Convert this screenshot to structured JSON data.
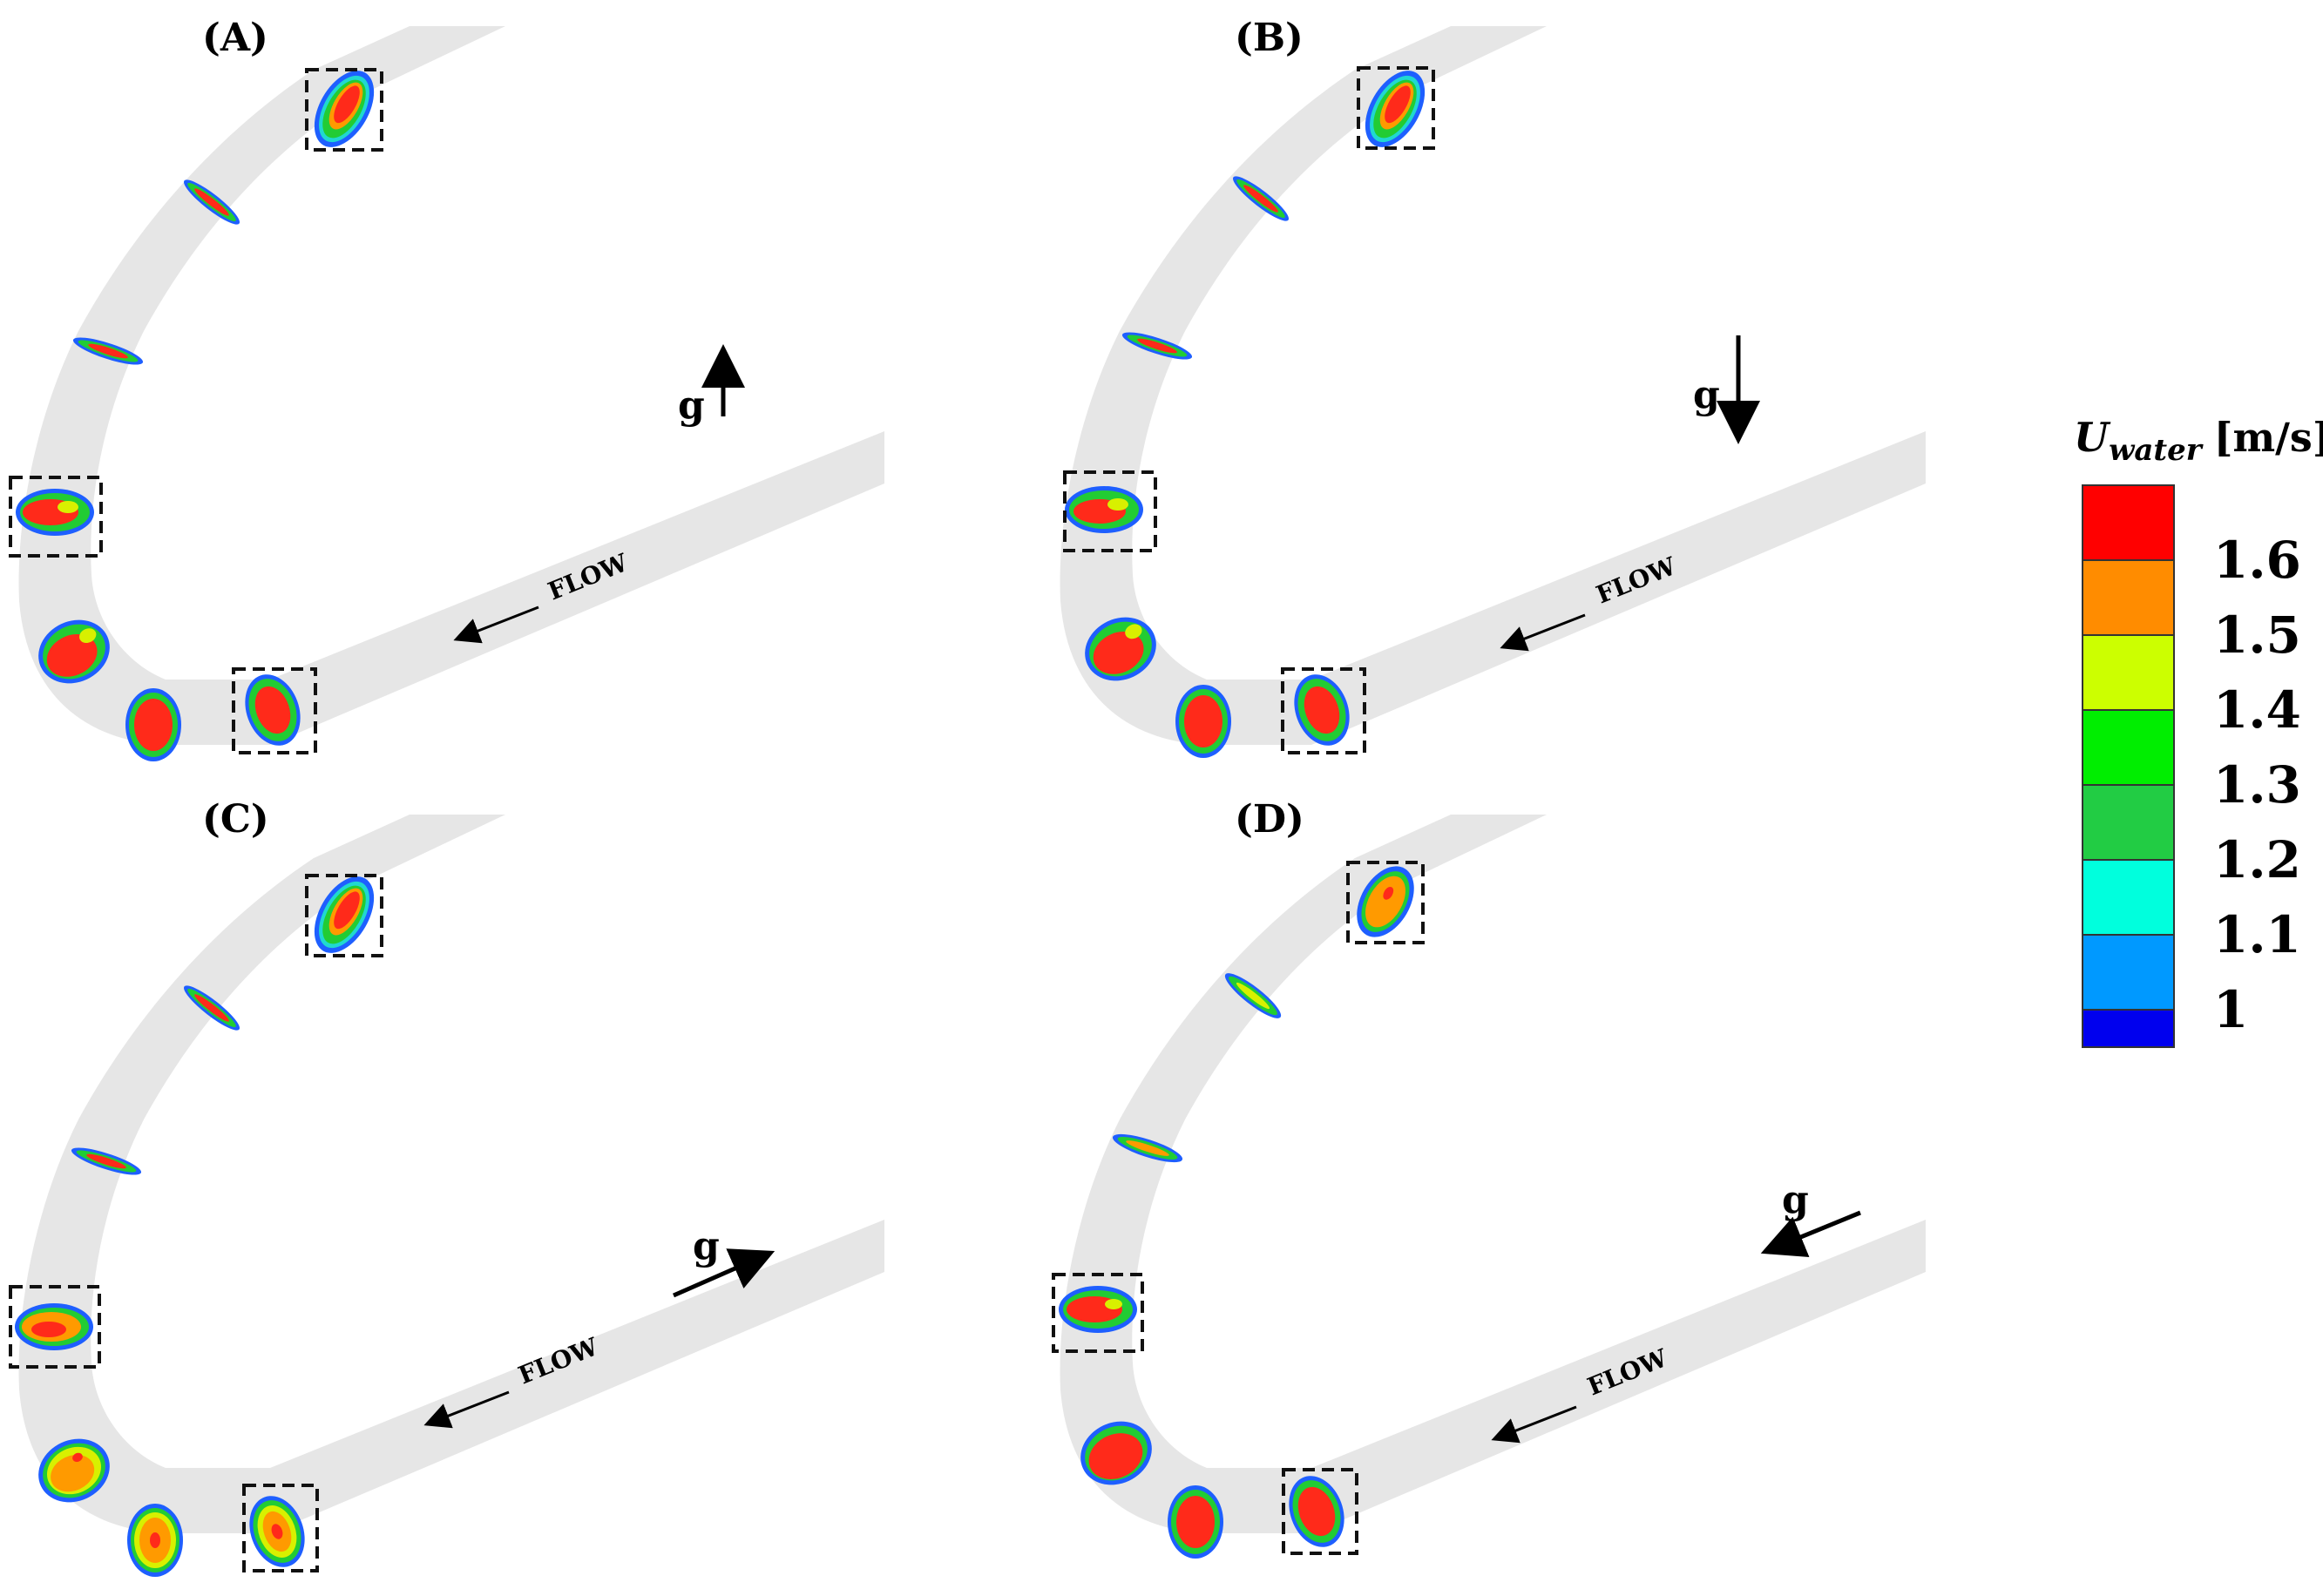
{
  "panels": [
    {
      "label": "(A)",
      "g_label": "g",
      "flow_label": "FLOW",
      "gravity": "up"
    },
    {
      "label": "(B)",
      "g_label": "g",
      "flow_label": "FLOW",
      "gravity": "down"
    },
    {
      "label": "(C)",
      "g_label": "g",
      "flow_label": "FLOW",
      "gravity": "along-outlet"
    },
    {
      "label": "(D)",
      "g_label": "g",
      "flow_label": "FLOW",
      "gravity": "against-outlet"
    }
  ],
  "colorbar": {
    "title_symbol": "U",
    "title_subscript": "water",
    "title_unit": "[m/s]",
    "ticks": [
      "1.6",
      "1.5",
      "1.4",
      "1.3",
      "1.2",
      "1.1",
      "1"
    ],
    "colors": [
      "#ff0000",
      "#ff8c00",
      "#ccff00",
      "#00ee00",
      "#22cc44",
      "#00ffdd",
      "#0099ff",
      "#0000ee"
    ]
  },
  "colors": {
    "pipe": "#e6e6e6",
    "high": "#ff2a1a",
    "mid_orange": "#ff9a00",
    "mid_yellow": "#d8f000",
    "mid_green": "#22cc33",
    "low_cyan": "#20d8d0",
    "low_blue": "#1e5fff"
  }
}
